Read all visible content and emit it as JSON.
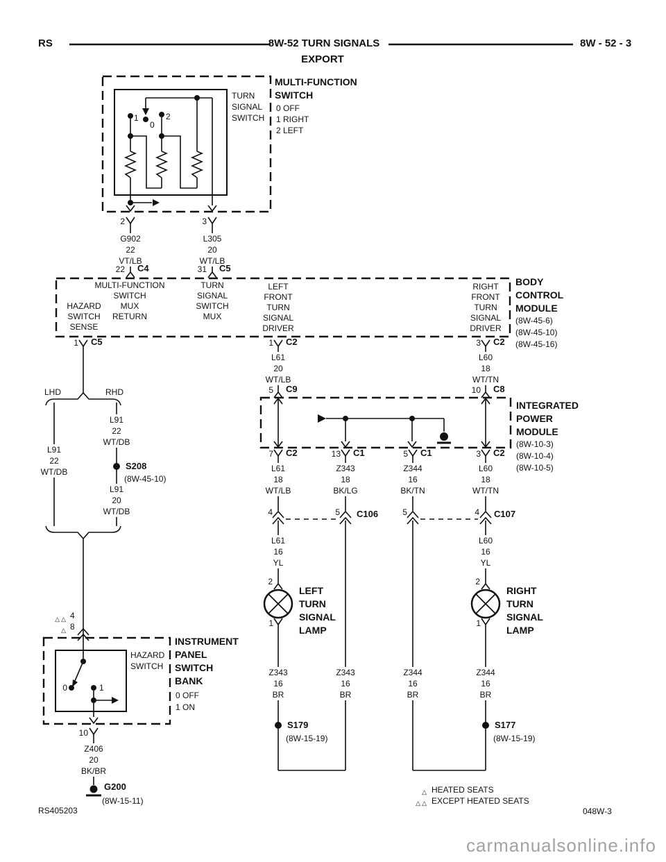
{
  "header": {
    "model": "RS",
    "title": "8W-52 TURN SIGNALS",
    "subtitle": "EXPORT",
    "page": "8W - 52 - 3"
  },
  "components": {
    "multi_function_switch": {
      "name": "MULTI-FUNCTION\nSWITCH",
      "positions": "0 OFF\n1 RIGHT\n2 LEFT",
      "turn_signal_switch": {
        "label": "TURN\nSIGNAL\nSWITCH",
        "contact_1": "1",
        "contact_0": "0",
        "contact_2": "2"
      },
      "pin_left": "2",
      "pin_right": "3"
    },
    "body_control_module": {
      "name": "BODY\nCONTROL\nMODULE",
      "refs": "(8W-45-6)\n(8W-45-10)\n(8W-45-16)",
      "hazard_switch_sense": "HAZARD\nSWITCH\nSENSE",
      "mux_return": "MULTI-FUNCTION\nSWITCH\nMUX\nRETURN",
      "tss_mux": "TURN\nSIGNAL\nSWITCH\nMUX",
      "left_driver": "LEFT\nFRONT\nTURN\nSIGNAL\nDRIVER",
      "right_driver": "RIGHT\nFRONT\nTURN\nSIGNAL\nDRIVER",
      "c4_pin": "22",
      "c4": "C4",
      "c5_in_pin": "31",
      "c5_in": "C5",
      "c5_out_pin": "1",
      "c5_out": "C5",
      "c2_left_pin": "1",
      "c2_left": "C2",
      "c2_right_pin": "3",
      "c2_right": "C2"
    },
    "integrated_power_module": {
      "name": "INTEGRATED\nPOWER\nMODULE",
      "refs": "(8W-10-3)\n(8W-10-4)\n(8W-10-5)",
      "c9_pin": "5",
      "c9": "C9",
      "c8_pin": "10",
      "c8": "C8",
      "c2l_pin": "7",
      "c2l": "C2",
      "c1l_pin": "13",
      "c1l": "C1",
      "c1r_pin": "5",
      "c1r": "C1",
      "c2r_pin": "3",
      "c2r": "C2"
    },
    "left_lamp": {
      "name": "LEFT\nTURN\nSIGNAL\nLAMP",
      "pin_in": "2",
      "pin_out": "1"
    },
    "right_lamp": {
      "name": "RIGHT\nTURN\nSIGNAL\nLAMP",
      "pin_in": "2",
      "pin_out": "1"
    },
    "instrument_panel_switch_bank": {
      "name": "INSTRUMENT\nPANEL\nSWITCH\nBANK",
      "positions": "0 OFF\n1 ON",
      "hazard_switch": {
        "label": "HAZARD\nSWITCH",
        "contact_0": "0",
        "contact_1": "1"
      },
      "marker_except": "△△",
      "pin_in_except": "4",
      "marker_heated": "△",
      "pin_in_heated": "8",
      "pin_out": "10"
    }
  },
  "inline_connectors": {
    "c106": {
      "name": "C106",
      "left_pin": "4",
      "right_pin": "5"
    },
    "c107": {
      "name": "C107",
      "left_pin": "5",
      "right_pin": "4"
    }
  },
  "branches": {
    "lhd": "LHD",
    "rhd": "RHD"
  },
  "splices": {
    "s208": {
      "name": "S208",
      "ref": "(8W-45-10)"
    },
    "s179": {
      "name": "S179",
      "ref": "(8W-15-19)"
    },
    "s177": {
      "name": "S177",
      "ref": "(8W-15-19)"
    }
  },
  "grounds": {
    "g200": {
      "name": "G200",
      "ref": "(8W-15-11)"
    }
  },
  "wires": {
    "g902": "G902\n22\nVT/LB",
    "l305": "L305\n20\nWT/LB",
    "l91_lhd": "L91\n22\nWT/DB",
    "l91_rhd_upper": "L91\n22\nWT/DB",
    "l91_rhd_lower": "L91\n20\nWT/DB",
    "l61_20": "L61\n20\nWT/LB",
    "l60_18_top": "L60\n18\nWT/TN",
    "l61_18": "L61\n18\nWT/LB",
    "z343_18": "Z343\n18\nBK/LG",
    "z344_16": "Z344\n16\nBK/TN",
    "l60_18_bottom": "L60\n18\nWT/TN",
    "l61_16": "L61\n16\nYL",
    "l60_16": "L60\n16\nYL",
    "z343_br_left": "Z343\n16\nBR",
    "z343_br_right": "Z343\n16\nBR",
    "z344_br_left": "Z344\n16\nBR",
    "z344_br_right": "Z344\n16\nBR",
    "z406": "Z406\n20\nBK/BR"
  },
  "footer": {
    "doc_number": "RS405203",
    "sheet": "048W-3",
    "watermark": "carmanualsonline.info",
    "legend_heated_marker": "△",
    "legend_heated": "HEATED SEATS",
    "legend_except_marker": "△△",
    "legend_except": "EXCEPT HEATED SEATS"
  }
}
